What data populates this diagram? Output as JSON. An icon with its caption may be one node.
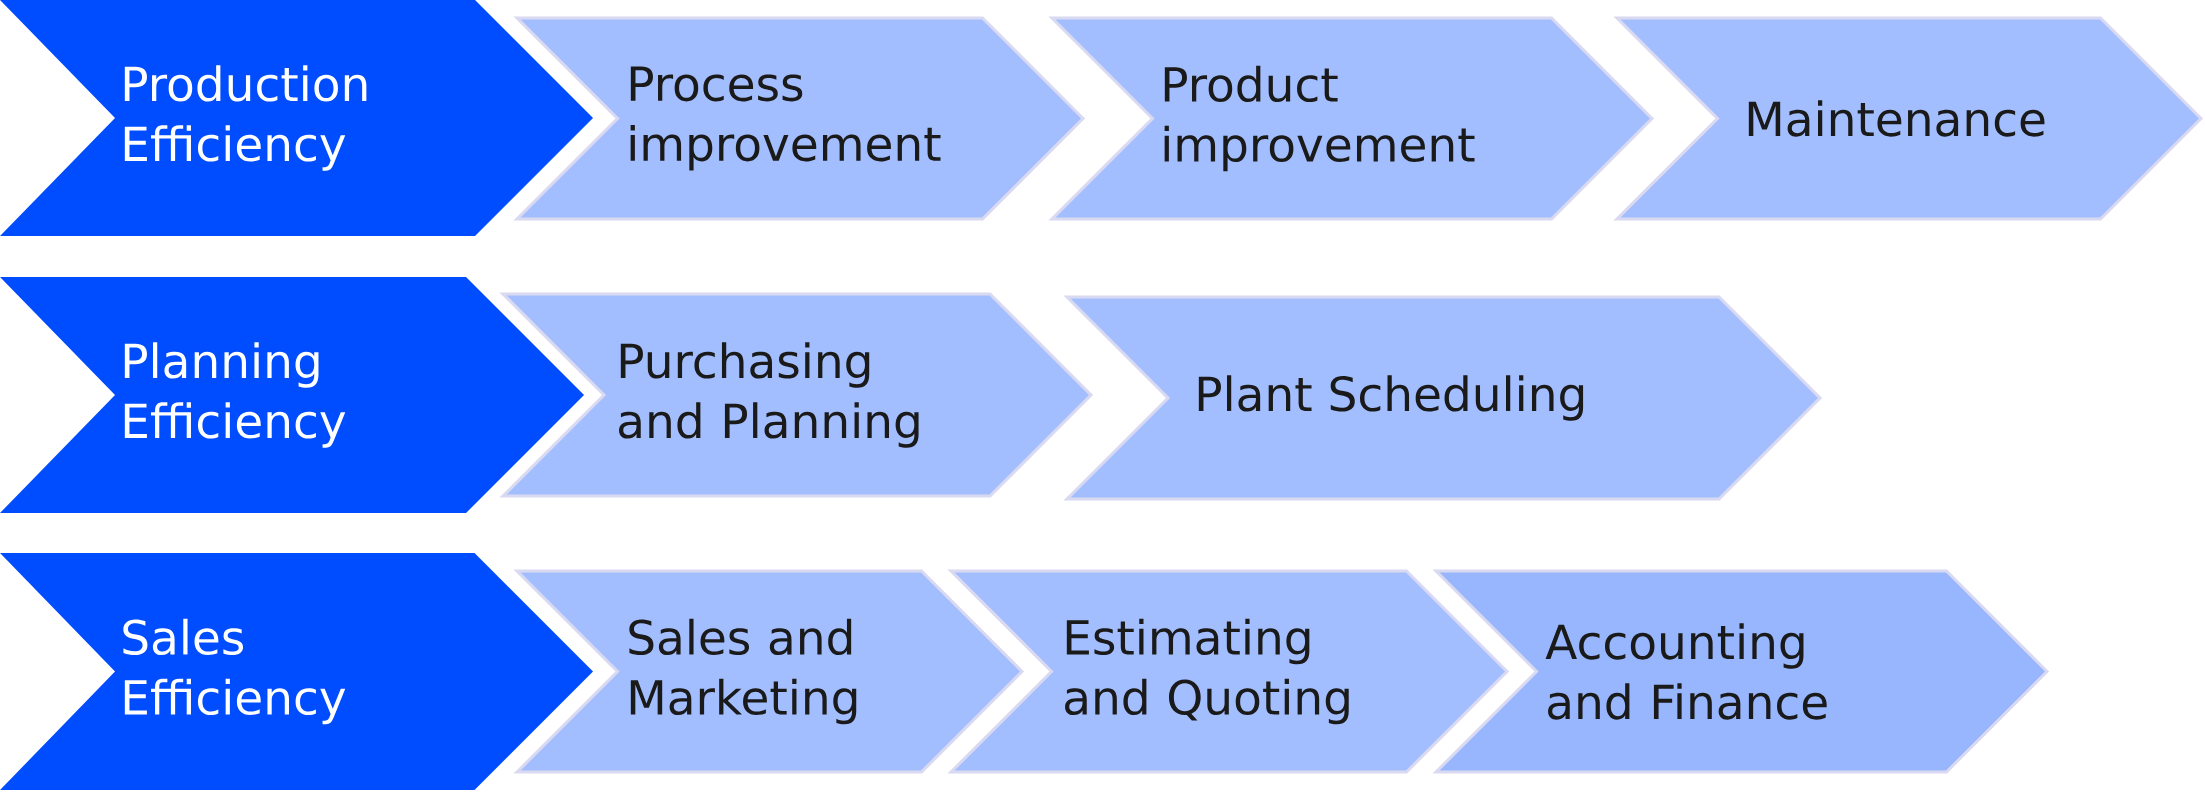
{
  "diagram": {
    "nodes": [
      {
        "text": [
          "Production Efficiency"
        ]
      },
      {
        "text": [
          "Process improvement"
        ]
      },
      {
        "text": [
          "Product improvement"
        ]
      },
      {
        "text": [
          "Maintenance"
        ]
      },
      {
        "text": [
          "Planning Efficiency"
        ]
      },
      {
        "text": [
          "Purchasing and Planning"
        ]
      },
      {
        "text": [
          "Plant Scheduling"
        ]
      },
      {
        "text": [
          "Sales Efficiency"
        ]
      },
      {
        "text": [
          "Sales and Marketing"
        ]
      },
      {
        "text": [
          "Estimating and Quoting"
        ]
      },
      {
        "text": [
          "Accounting and Finance"
        ]
      }
    ]
  }
}
